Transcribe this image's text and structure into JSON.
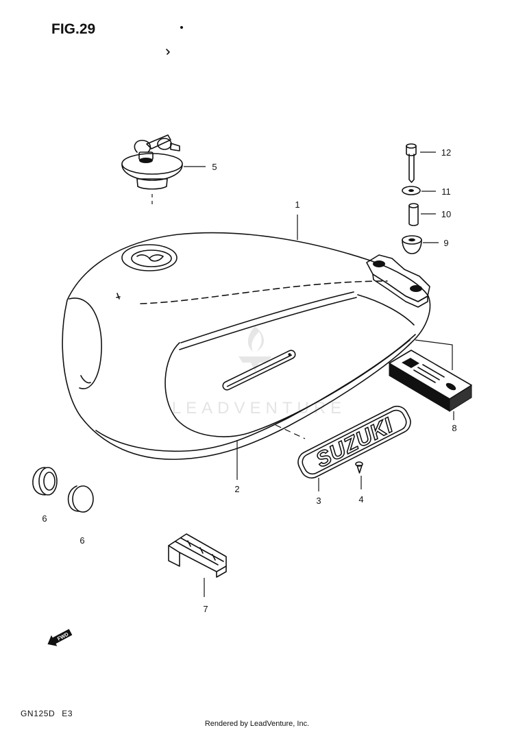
{
  "figure": {
    "title": "FIG.29"
  },
  "callouts": [
    "12",
    "11",
    "10",
    "9",
    "5",
    "1",
    "2",
    "3",
    "4",
    "8",
    "6",
    "6",
    "7"
  ],
  "emblem": {
    "text": "SUZUKI"
  },
  "direction": {
    "label": "FWD",
    "icon": "forward-arrow-icon"
  },
  "model": "GN125D E3",
  "footer": "Rendered by LeadVenture, Inc.",
  "watermark": {
    "text": "LEADVENTURE",
    "logo_icon": "leadventure-flame-logo"
  },
  "colors": {
    "ink": "#111111",
    "background": "#ffffff",
    "watermark": "#e4e4e4"
  }
}
